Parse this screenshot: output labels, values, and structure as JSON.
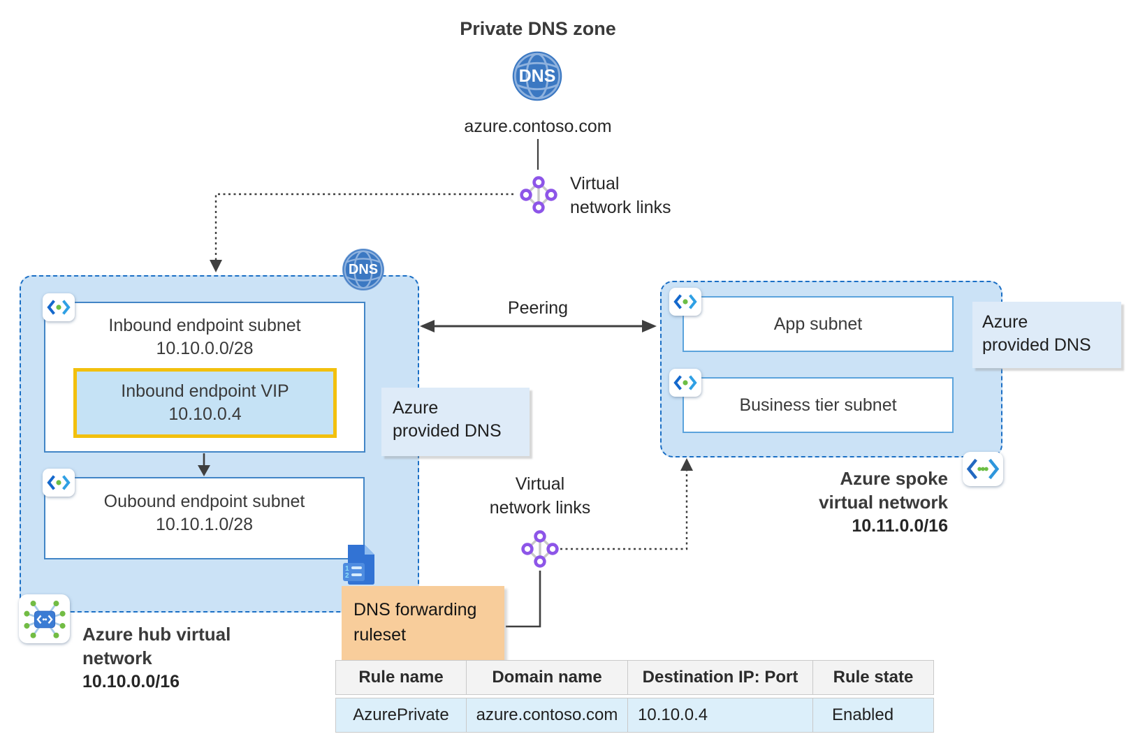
{
  "colors": {
    "network_fill": "#CBE2F6",
    "network_border": "#1B6FC5",
    "vip_border": "#F2C00E",
    "provided_dns_fill": "#DEEBF8",
    "ruleset_fill": "#F8CD9B",
    "dns_globe_blue": "#3B78C2",
    "link_purple": "#8D55E8",
    "subnet_green": "#6CBE45",
    "wire_gray": "#3F3F3F",
    "table_header_bg": "#F3F3F3",
    "table_row_bg": "#DCEFFA"
  },
  "private_dns_zone": {
    "title": "Private DNS zone",
    "icon_label": "DNS",
    "domain": "azure.contoso.com"
  },
  "virtual_network_links_top": {
    "line1": "Virtual",
    "line2": "network links"
  },
  "virtual_network_links_bottom": {
    "line1": "Virtual",
    "line2": "network links"
  },
  "peering": {
    "label": "Peering"
  },
  "hub": {
    "dns_icon_label": "DNS",
    "inbound_subnet": {
      "name": "Inbound endpoint subnet",
      "cidr": "10.10.0.0/28"
    },
    "inbound_vip": {
      "name": "Inbound endpoint VIP",
      "ip": "10.10.0.4"
    },
    "outbound_subnet": {
      "name": "Oubound endpoint subnet",
      "cidr": "10.10.1.0/28"
    },
    "provided_dns": {
      "line1": "Azure",
      "line2": "provided DNS"
    },
    "label": {
      "line1": "Azure hub virtual",
      "line2": "network",
      "cidr": "10.10.0.0/16"
    }
  },
  "spoke": {
    "app_subnet": {
      "name": "App subnet"
    },
    "business_subnet": {
      "name": "Business tier subnet"
    },
    "provided_dns": {
      "line1": "Azure",
      "line2": "provided DNS"
    },
    "label": {
      "line1": "Azure spoke",
      "line2": "virtual network",
      "cidr": "10.11.0.0/16"
    }
  },
  "dns_forwarding_ruleset": {
    "line1": "DNS forwarding",
    "line2": "ruleset",
    "icon_line_numbers": [
      "1",
      "2"
    ]
  },
  "rules_table": {
    "headers": [
      "Rule name",
      "Domain name",
      "Destination IP: Port",
      "Rule state"
    ],
    "rows": [
      [
        "AzurePrivate",
        "azure.contoso.com",
        "10.10.0.4",
        "Enabled"
      ]
    ]
  }
}
